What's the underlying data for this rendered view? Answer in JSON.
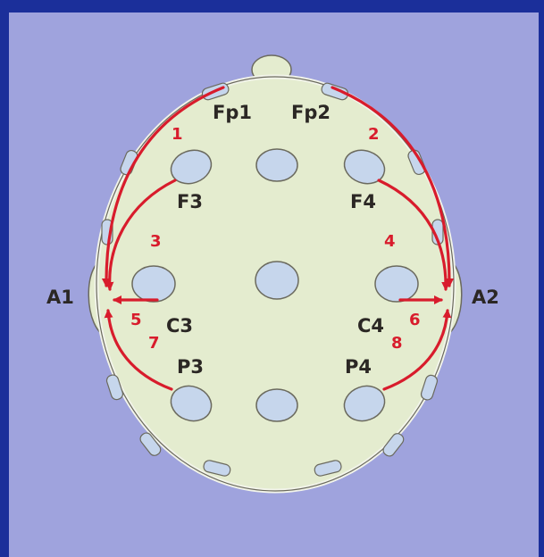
{
  "diagram": {
    "electrodes": {
      "fp1": "Fp1",
      "fp2": "Fp2",
      "f3": "F3",
      "f4": "F4",
      "c3": "C3",
      "c4": "C4",
      "p3": "P3",
      "p4": "P4",
      "a1": "A1",
      "a2": "A2"
    },
    "derivations": [
      "1",
      "2",
      "3",
      "4",
      "5",
      "6",
      "7",
      "8"
    ],
    "colors": {
      "arrow": "#d81c2c",
      "head": "#e4eccf",
      "electrode": "#c6d6ec",
      "background": "#9fa3dd",
      "border": "#1b2f9a"
    }
  }
}
